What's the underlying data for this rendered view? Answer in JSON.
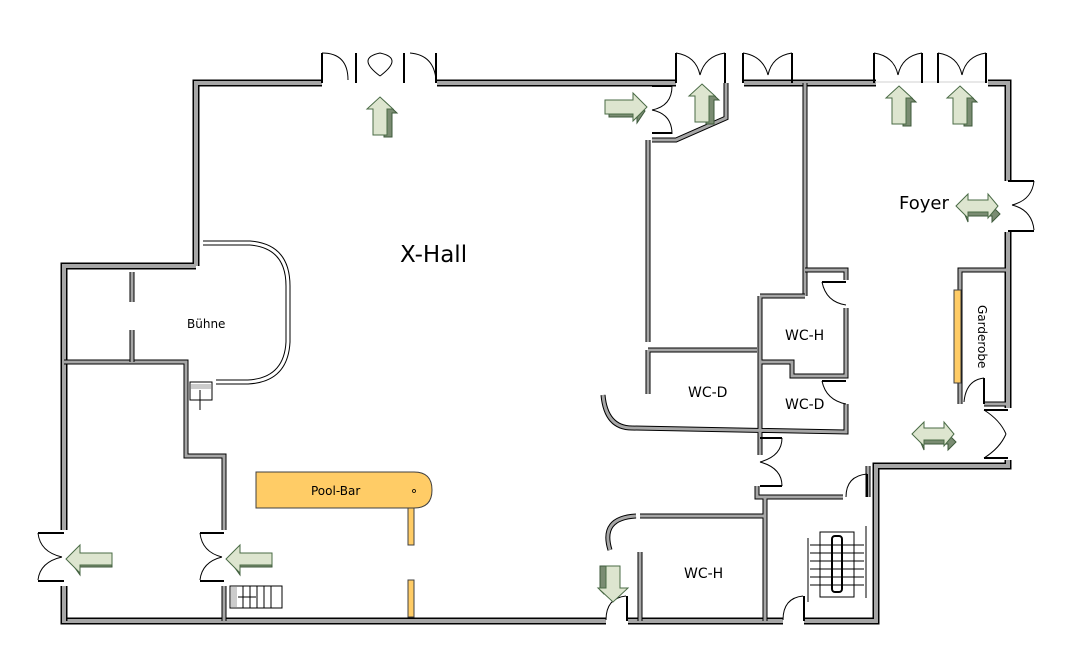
{
  "title": "Floor plan",
  "rooms": {
    "x_hall": "X-Hall",
    "foyer": "Foyer",
    "buehne": "Bühne",
    "garderobe": "Garderobe",
    "wc_h_upper": "WC-H",
    "wc_d_center": "WC-D",
    "wc_d_right": "WC-D",
    "wc_h_lower": "WC-H",
    "pool_bar": "Pool-Bar"
  },
  "icons": {
    "exit_arrow": "block-arrow",
    "bidirectional_arrow": "double-block-arrow",
    "door": "door-swing",
    "stairs": "staircase"
  },
  "colors": {
    "wall_fill": "#a6a6a6",
    "wall_outline": "#000000",
    "bar_fill": "#ffcc66",
    "arrow_fill": "#dde5cf",
    "arrow_outline": "#4a6b46"
  }
}
